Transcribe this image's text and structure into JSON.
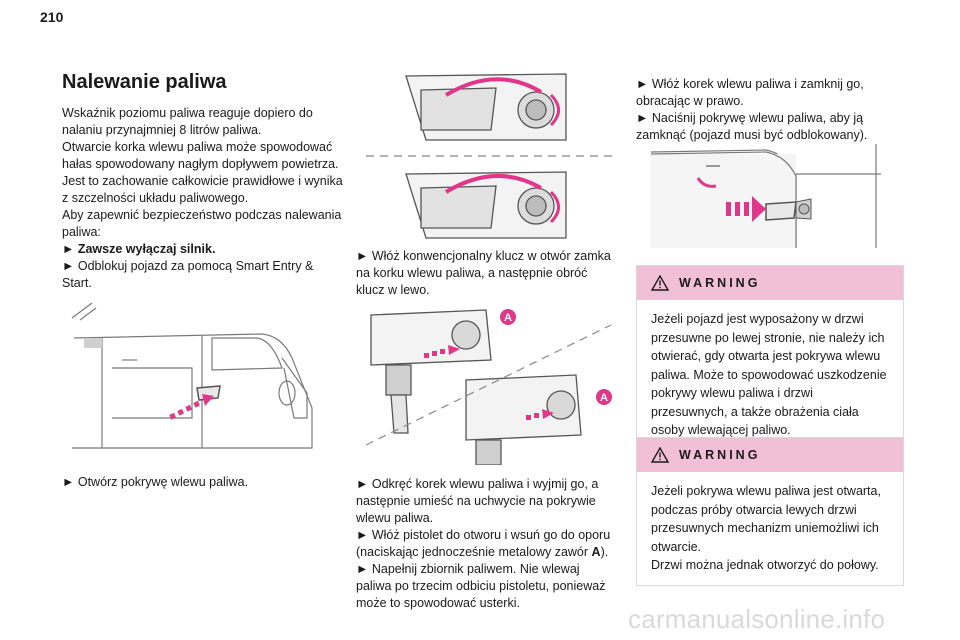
{
  "page_number": "210",
  "title": "Nalewanie paliwa",
  "col1": {
    "intro": [
      "Wskaźnik poziomu paliwa reaguje dopiero do nalaniu przynajmniej 8 litrów paliwa.",
      "Otwarcie korka wlewu paliwa może spowodować hałas spowodowany nagłym dopływem powietrza. Jest to zachowanie całkowicie prawidłowe i wynika z szczelności układu paliwowego.",
      "Aby zapewnić bezpieczeństwo podczas nalewania paliwa:"
    ],
    "step_bold": "► Zawsze wyłączaj silnik.",
    "step_unlock": "► Odblokuj pojazd za pomocą Smart Entry & Start.",
    "caption_open": "► Otwórz pokrywę wlewu paliwa."
  },
  "col2": {
    "caption_key": "► Włóż konwencjonalny klucz w otwór zamka na korku wlewu paliwa, a następnie obróć klucz w lewo.",
    "step_cap": "► Odkręć korek wlewu paliwa i wyjmij go, a następnie umieść na uchwycie na pokrywie wlewu paliwa.",
    "step_pistol_pre": "► Włóż pistolet do otworu i wsuń go do oporu (naciskając jednocześnie metalowy zawór ",
    "step_pistol_bold": "A",
    "step_pistol_post": ").",
    "step_fill": "► Napełnij zbiornik paliwem. Nie wlewaj paliwa po trzecim odbiciu pistoletu, ponieważ może to spowodować usterki.",
    "label_a1": "A",
    "label_a2": "A"
  },
  "col3": {
    "step_close_cap": "► Włóż korek wlewu paliwa i zamknij go, obracając w prawo.",
    "step_press": "► Naciśnij pokrywę wlewu paliwa, aby ją zamknąć (pojazd musi być odblokowany).",
    "warning1_title": "WARNING",
    "warning1_text": "Jeżeli pojazd jest wyposażony w drzwi przesuwne po lewej stronie, nie należy ich otwierać, gdy otwarta jest pokrywa wlewu paliwa. Może to spowodować uszkodzenie pokrywy wlewu paliwa i drzwi przesuwnych, a także obrażenia ciała osoby wlewającej paliwo.",
    "warning2_title": "WARNING",
    "warning2_text1": "Jeżeli pokrywa wlewu paliwa jest otwarta, podczas próby otwarcia lewych drzwi przesuwnych mechanizm uniemożliwi ich otwarcie.",
    "warning2_text2": "Drzwi można jednak otworzyć do połowy."
  },
  "watermark": "carmanualsonline.info",
  "colors": {
    "accent": "#e0378a",
    "warning_bg": "#f2c0d6",
    "line": "#555555"
  }
}
